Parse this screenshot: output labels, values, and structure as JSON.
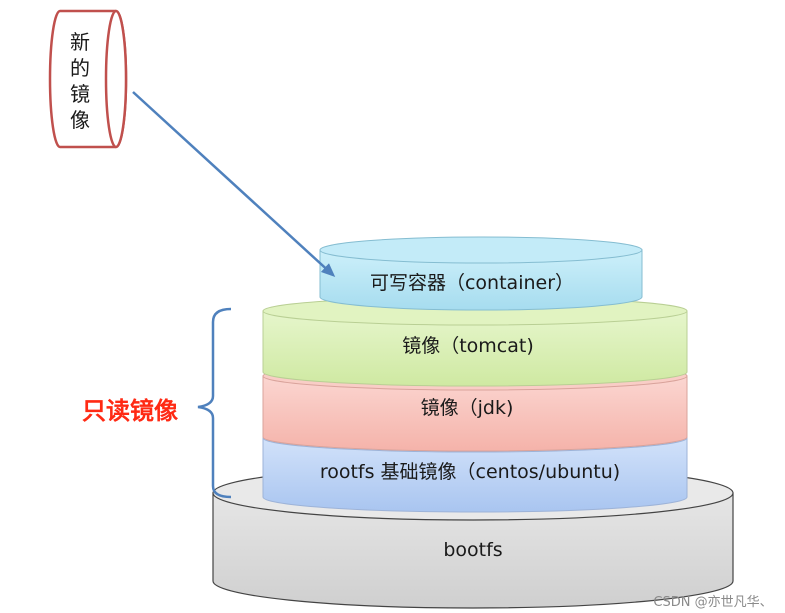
{
  "new_image": {
    "chars": [
      "新",
      "的",
      "镜",
      "像"
    ]
  },
  "layers": {
    "container": "可写容器（container）",
    "tomcat": "镜像（tomcat)",
    "jdk": "镜像（jdk)",
    "rootfs": "rootfs 基础镜像（centos/ubuntu)",
    "bootfs": "bootfs"
  },
  "readonly_label": "只读镜像",
  "watermark": "CSDN @亦世凡华、",
  "colors": {
    "container_fill": "#b7e6f5",
    "tomcat_fill": "#d9f0b2",
    "jdk_fill": "#f8c4bd",
    "rootfs_fill": "#bcd2f4",
    "bootfs_fill": "#d6d6d6",
    "new_image_stroke": "#c0504d",
    "arrow_stroke": "#4f81bd",
    "brace_stroke": "#4f81bd",
    "readonly_text": "#ff2a14"
  }
}
